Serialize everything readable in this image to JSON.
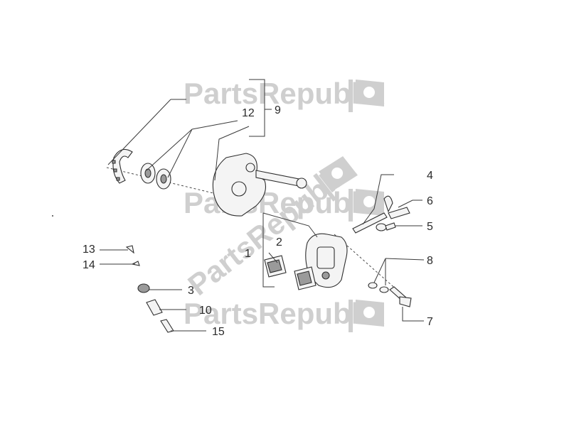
{
  "watermark": {
    "text": "PartsRepublik"
  },
  "callouts": [
    {
      "id": "1",
      "label": "1"
    },
    {
      "id": "2",
      "label": "2"
    },
    {
      "id": "3",
      "label": "3"
    },
    {
      "id": "4",
      "label": "4"
    },
    {
      "id": "5",
      "label": "5"
    },
    {
      "id": "6",
      "label": "6"
    },
    {
      "id": "7",
      "label": "7"
    },
    {
      "id": "8",
      "label": "8"
    },
    {
      "id": "9",
      "label": "9"
    },
    {
      "id": "10",
      "label": "10"
    },
    {
      "id": "12",
      "label": "12"
    },
    {
      "id": "13",
      "label": "13"
    },
    {
      "id": "14",
      "label": "14"
    },
    {
      "id": "15",
      "label": "15"
    }
  ],
  "icons": {
    "watermark_flag": "gear-flag-icon"
  },
  "colors": {
    "line": "#2e2e2e",
    "watermark": "#cfcfcf",
    "background": "#ffffff"
  }
}
